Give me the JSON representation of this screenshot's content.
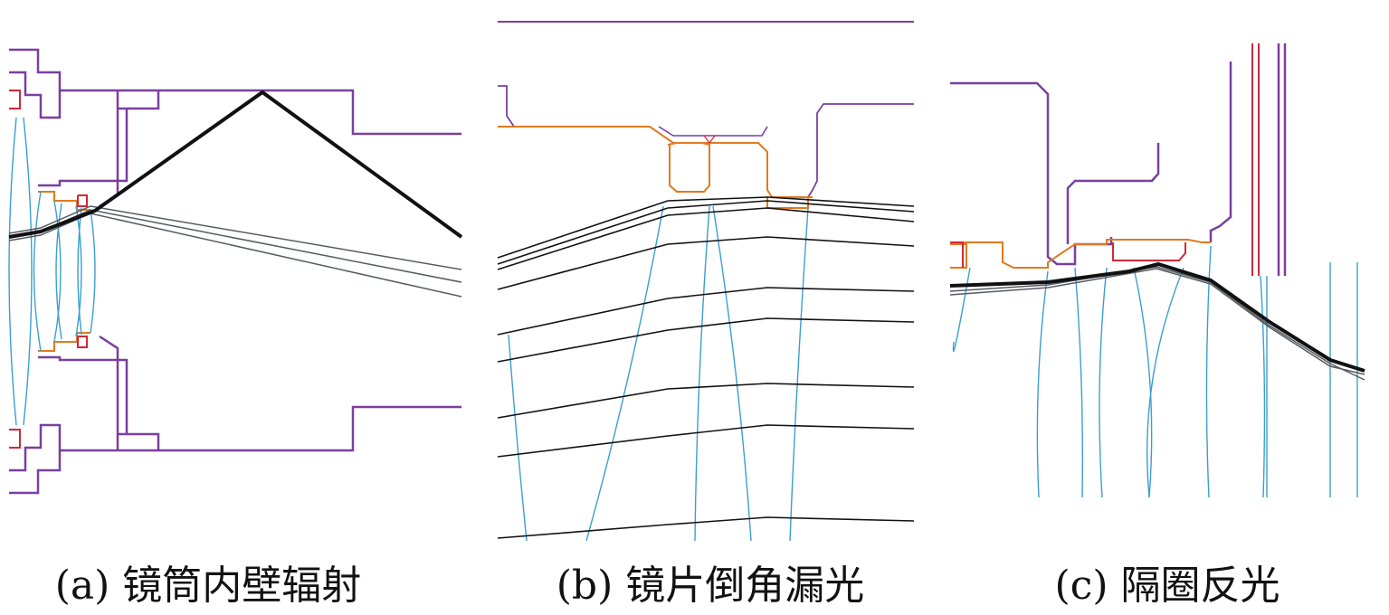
{
  "colors": {
    "housing": "#7a3fa0",
    "mount": "#e07a1f",
    "red": "#d0283a",
    "lens": "#3a9fd0",
    "ray": "#111111"
  },
  "panels": [
    {
      "id": "a",
      "caption": "(a) 镜筒内壁辐射"
    },
    {
      "id": "b",
      "caption": "(b) 镜片倒角漏光"
    },
    {
      "id": "c",
      "caption": "(c) 隔圈反光"
    }
  ]
}
